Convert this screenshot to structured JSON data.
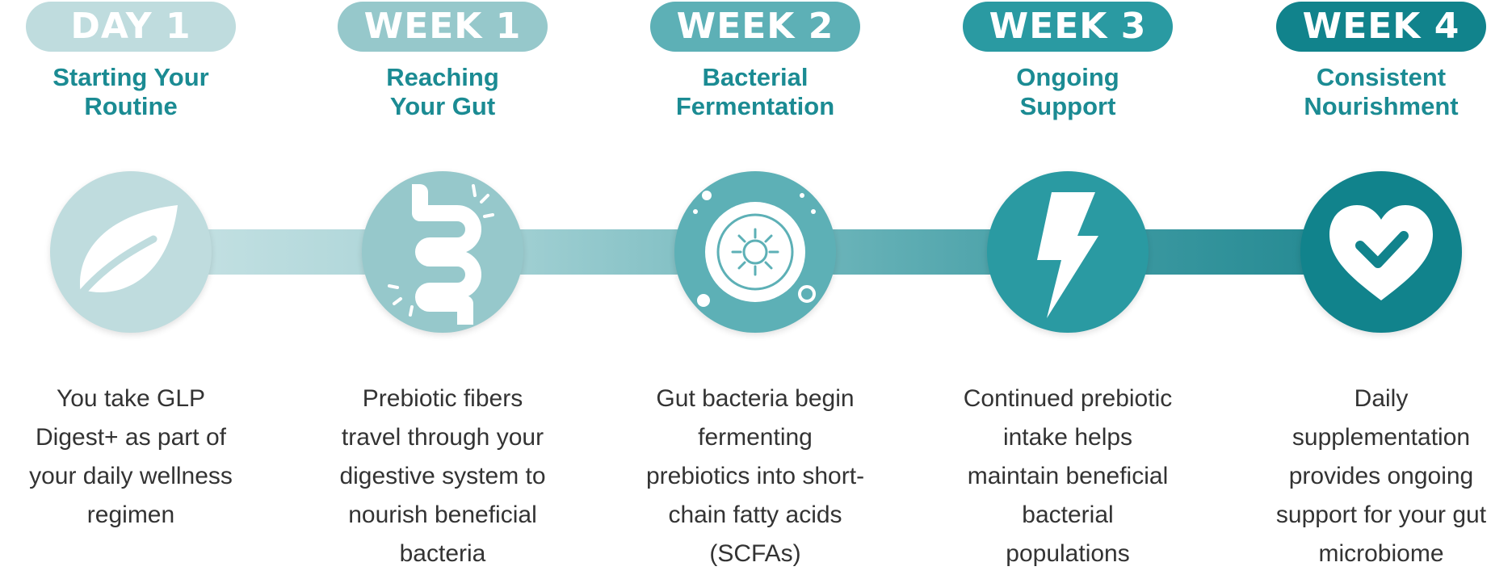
{
  "colors": {
    "stage_1": "#bfdcde",
    "stage_2": "#96c8cb",
    "stage_3": "#5db0b6",
    "stage_4": "#2a9aa2",
    "stage_5": "#11838c",
    "subtitle": "#1b8b93",
    "body_text": "#333333",
    "icon": "#ffffff"
  },
  "stages": [
    {
      "label": "DAY 1",
      "subtitle": [
        "Starting Your",
        "Routine"
      ],
      "icon": "leaf-icon",
      "description": [
        "You take GLP",
        "Digest+ as part of",
        "your daily wellness",
        "regimen"
      ]
    },
    {
      "label": "WEEK 1",
      "subtitle": [
        "Reaching",
        "Your Gut"
      ],
      "icon": "intestine-icon",
      "description": [
        "Prebiotic fibers",
        "travel through your",
        "digestive system to",
        "nourish beneficial",
        "bacteria"
      ]
    },
    {
      "label": "WEEK 2",
      "subtitle": [
        "Bacterial",
        "Fermentation"
      ],
      "icon": "bacteria-icon",
      "description": [
        "Gut bacteria begin",
        "fermenting",
        "prebiotics into short-",
        "chain fatty acids",
        "(SCFAs)"
      ]
    },
    {
      "label": "WEEK 3",
      "subtitle": [
        "Ongoing",
        "Support"
      ],
      "icon": "lightning-bolt-icon",
      "description": [
        "Continued prebiotic",
        "intake helps",
        "maintain beneficial",
        "bacterial",
        "populations"
      ]
    },
    {
      "label": "WEEK 4",
      "subtitle": [
        "Consistent",
        "Nourishment"
      ],
      "icon": "heart-check-icon",
      "description": [
        "Daily",
        "supplementation",
        "provides ongoing",
        "support for your gut",
        "microbiome"
      ]
    }
  ]
}
